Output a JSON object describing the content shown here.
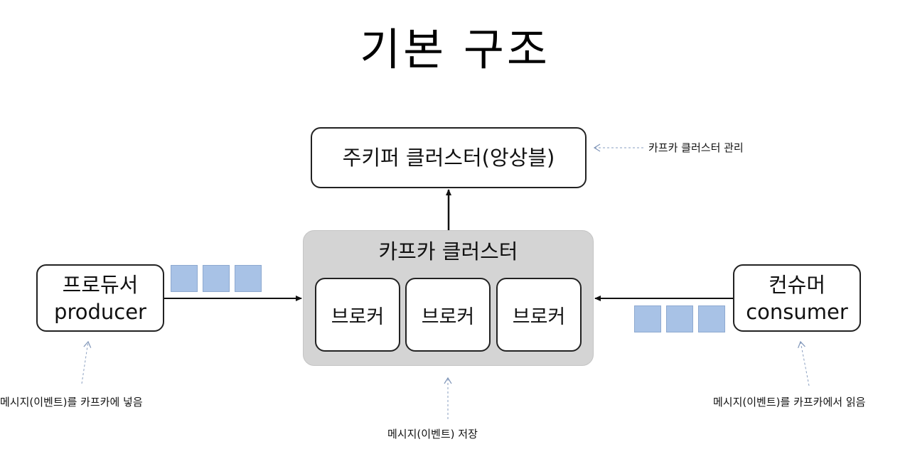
{
  "title": "기본 구조",
  "zookeeper": {
    "label": "주키퍼 클러스터(앙상블)"
  },
  "kafka_cluster": {
    "label": "카프카 클러스터",
    "brokers": [
      "브로커",
      "브로커",
      "브로커"
    ]
  },
  "producer": {
    "label_ko": "프로듀서",
    "label_en": "producer"
  },
  "consumer": {
    "label_ko": "컨슈머",
    "label_en": "consumer"
  },
  "notes": {
    "zookeeper": "카프카 클러스터 관리",
    "producer": "메시지(이벤트)를 카프카에 넣음",
    "cluster": "메시지(이벤트) 저장",
    "consumer": "메시지(이벤트)를 카프카에서 읽음"
  },
  "colors": {
    "message_block": "#a8c2e6",
    "cluster_fill": "#d4d4d4",
    "hint_arrow": "#8a9fc0"
  }
}
